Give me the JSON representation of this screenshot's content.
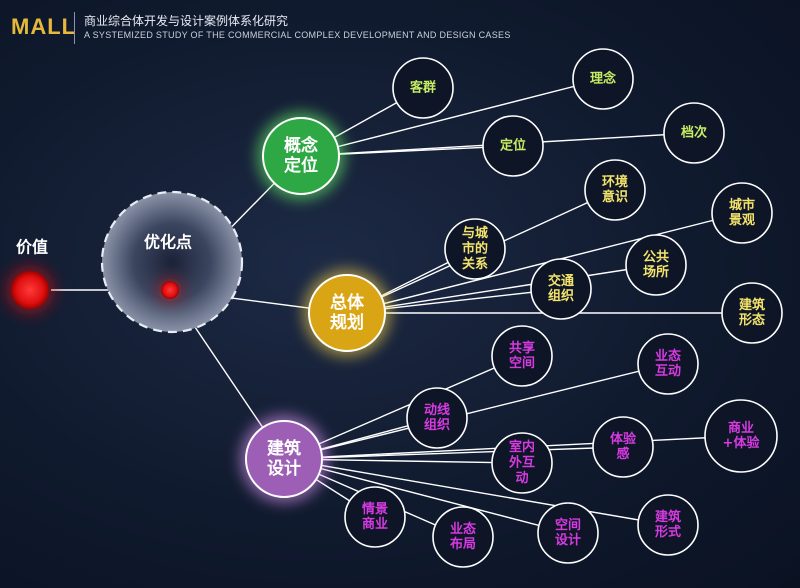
{
  "header": {
    "brand": "MALL",
    "title": "商业综合体开发与设计案例体系化研究",
    "subtitle": "A SYSTEMIZED STUDY OF THE COMMERCIAL COMPLEX DEVELOPMENT AND DESIGN CASES"
  },
  "diagram": {
    "value": {
      "label": "价值",
      "color": "#e01010"
    },
    "center": {
      "label": "优化点"
    },
    "hubs": [
      {
        "id": "concept",
        "lines": [
          "概念",
          "定位"
        ],
        "fill": "#2ea844",
        "glow": "#6cff6c",
        "leaf_text_color": "#c5ec62",
        "leaves": [
          {
            "lines": [
              "客群"
            ]
          },
          {
            "lines": [
              "理念"
            ]
          },
          {
            "lines": [
              "定位"
            ]
          },
          {
            "lines": [
              "档次"
            ]
          }
        ]
      },
      {
        "id": "master-plan",
        "lines": [
          "总体",
          "规划"
        ],
        "fill": "#d9a514",
        "glow": "#ffd84a",
        "leaf_text_color": "#f3e36b",
        "leaves": [
          {
            "lines": [
              "与城",
              "市的",
              "关系"
            ]
          },
          {
            "lines": [
              "环境",
              "意识"
            ]
          },
          {
            "lines": [
              "城市",
              "景观"
            ]
          },
          {
            "lines": [
              "交通",
              "组织"
            ]
          },
          {
            "lines": [
              "公共",
              "场所"
            ]
          },
          {
            "lines": [
              "建筑",
              "形态"
            ]
          }
        ]
      },
      {
        "id": "architecture",
        "lines": [
          "建筑",
          "设计"
        ],
        "fill": "#9c5fb5",
        "glow": "#e79cff",
        "leaf_text_color": "#d63ae0",
        "leaves": [
          {
            "lines": [
              "共享",
              "空间"
            ]
          },
          {
            "lines": [
              "业态",
              "互动"
            ]
          },
          {
            "lines": [
              "动线",
              "组织"
            ]
          },
          {
            "lines": [
              "室内",
              "外互",
              "动"
            ]
          },
          {
            "lines": [
              "体验",
              "感"
            ]
          },
          {
            "lines": [
              "商业",
              "+体验"
            ]
          },
          {
            "lines": [
              "情景",
              "商业"
            ]
          },
          {
            "lines": [
              "业态",
              "布局"
            ]
          },
          {
            "lines": [
              "空间",
              "设计"
            ]
          },
          {
            "lines": [
              "建筑",
              "形式"
            ]
          }
        ]
      }
    ]
  }
}
